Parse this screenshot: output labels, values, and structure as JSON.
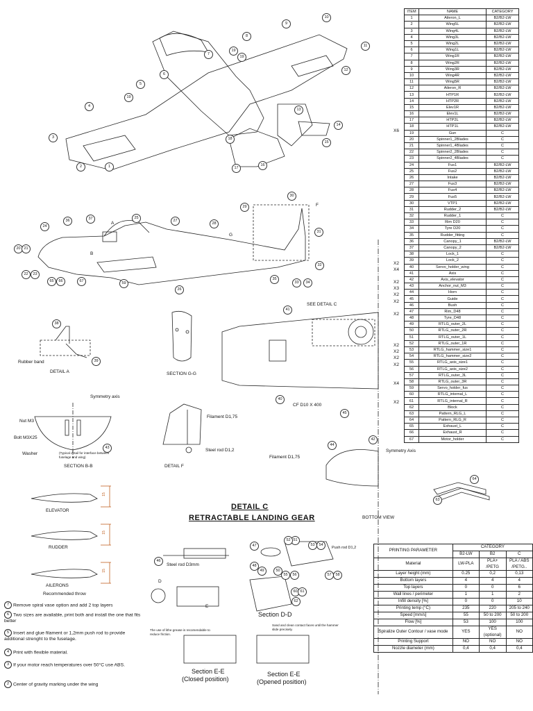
{
  "bom": {
    "headers": [
      "ITEM",
      "NAME",
      "CATEGORY"
    ],
    "rows": [
      [
        "1",
        "Aileron_L",
        "B2/B2-LW"
      ],
      [
        "2",
        "Wing5L",
        "B2/B2-LW"
      ],
      [
        "3",
        "Wing4L",
        "B2/B2-LW"
      ],
      [
        "4",
        "Wing3L",
        "B2/B2-LW"
      ],
      [
        "5",
        "Wing2L",
        "B2/B2-LW"
      ],
      [
        "6",
        "Wing1L",
        "B2/B2-LW"
      ],
      [
        "7",
        "Wing1R",
        "B2/B2-LW"
      ],
      [
        "8",
        "Wing2R",
        "B2/B2-LW"
      ],
      [
        "9",
        "Wing3R",
        "B2/B2-LW"
      ],
      [
        "10",
        "Wing4R",
        "B2/B2-LW"
      ],
      [
        "11",
        "Wing5R",
        "B2/B2-LW"
      ],
      [
        "12",
        "Aileron_R",
        "B2/B2-LW"
      ],
      [
        "13",
        "HTP1R",
        "B2/B2-LW"
      ],
      [
        "14",
        "HTP2R",
        "B2/B2-LW"
      ],
      [
        "15",
        "Elev1R",
        "B2/B2-LW"
      ],
      [
        "16",
        "Elev1L",
        "B2/B2-LW"
      ],
      [
        "17",
        "HTP2L",
        "B2/B2-LW"
      ],
      [
        "18",
        "HTP1L",
        "B2/B2-LW"
      ],
      [
        "19",
        "Gun",
        "C"
      ],
      [
        "20",
        "Spinner1_2Blades",
        "C"
      ],
      [
        "21",
        "Spinner1_4Blades",
        "C"
      ],
      [
        "22",
        "Spinner2_2Blades",
        "C"
      ],
      [
        "23",
        "Spinner2_4Blades",
        "C"
      ],
      [
        "24",
        "Fus1",
        "B2/B2-LW"
      ],
      [
        "25",
        "Fus2",
        "B2/B2-LW"
      ],
      [
        "26",
        "Intake",
        "B2/B2-LW"
      ],
      [
        "27",
        "Fus3",
        "B2/B2-LW"
      ],
      [
        "28",
        "Fus4",
        "B2/B2-LW"
      ],
      [
        "29",
        "Fus5",
        "B2/B2-LW"
      ],
      [
        "30",
        "VTP1",
        "B2/B2-LW"
      ],
      [
        "31",
        "Rudder_2",
        "B2/B2-LW"
      ],
      [
        "32",
        "Rudder_1",
        "C"
      ],
      [
        "33",
        "Rim D20",
        "C"
      ],
      [
        "34",
        "Tyre D20",
        "C"
      ],
      [
        "35",
        "Rudder_fitting",
        "C"
      ],
      [
        "36",
        "Canopy_1",
        "B2/B2-LW"
      ],
      [
        "37",
        "Canopy_2",
        "B2/B2-LW"
      ],
      [
        "38",
        "Lock_1",
        "C"
      ],
      [
        "39",
        "Lock_2",
        "C"
      ],
      [
        "40",
        "Servo_holder_wing",
        "C"
      ],
      [
        "41",
        "Axis",
        "C"
      ],
      [
        "42",
        "Axis_elevator",
        "C"
      ],
      [
        "43",
        "Anchor_nut_M3",
        "C"
      ],
      [
        "44",
        "Horn",
        "C"
      ],
      [
        "45",
        "Guide",
        "C"
      ],
      [
        "46",
        "Bush",
        "C"
      ],
      [
        "47",
        "Rim_D48",
        "C"
      ],
      [
        "48",
        "Tyre_D48",
        "C"
      ],
      [
        "49",
        "RTLG_outer_2L",
        "C"
      ],
      [
        "50",
        "RTLG_outer_2R",
        "C"
      ],
      [
        "51",
        "RTLG_outer_1L",
        "C"
      ],
      [
        "52",
        "RTLG_outer_1R",
        "C"
      ],
      [
        "53",
        "RTLG_hammer_size1",
        "C"
      ],
      [
        "54",
        "RTLG_hammer_size2",
        "C"
      ],
      [
        "55",
        "RTLG_axis_size1",
        "C"
      ],
      [
        "56",
        "RTLG_axis_size2",
        "C"
      ],
      [
        "57",
        "RTLG_outer_3L",
        "C"
      ],
      [
        "58",
        "RTLG_outer_3R",
        "C"
      ],
      [
        "59",
        "Servo_holder_fus",
        "C"
      ],
      [
        "60",
        "RTLG_internal_L",
        "C"
      ],
      [
        "61",
        "RTLG_internal_R",
        "C"
      ],
      [
        "62",
        "Block",
        "C"
      ],
      [
        "63",
        "Pattern_RLG_L",
        "C"
      ],
      [
        "64",
        "Pattern_RLG_R",
        "C"
      ],
      [
        "65",
        "Exhaust_L",
        "C"
      ],
      [
        "66",
        "Exhaust_R",
        "C"
      ],
      [
        "67",
        "Motor_holder",
        "C"
      ]
    ],
    "multipliers": [
      {
        "row": 19,
        "text": "X6"
      },
      {
        "row": 40,
        "text": "X2"
      },
      {
        "row": 41,
        "text": "X4"
      },
      {
        "row": 43,
        "text": "X2"
      },
      {
        "row": 44,
        "text": "X3"
      },
      {
        "row": 45,
        "text": "X2"
      },
      {
        "row": 46,
        "text": "X2"
      },
      {
        "row": 48,
        "text": "X2"
      },
      {
        "row": 53,
        "text": "X2"
      },
      {
        "row": 54,
        "text": "X2"
      },
      {
        "row": 55,
        "text": "X2"
      },
      {
        "row": 56,
        "text": "X2"
      },
      {
        "row": 59,
        "text": "X4"
      },
      {
        "row": 62,
        "text": "X2"
      }
    ]
  },
  "printing": {
    "headers": [
      "PRINTING PARAMETER",
      "CATEGORY"
    ],
    "categories": [
      "B2-LW",
      "B2",
      "C"
    ],
    "material_label": "Material",
    "materials": [
      "LW-PLA",
      "PLA+ /PETG",
      "PLA / ABS /PETG.."
    ],
    "rows": [
      [
        "Layer height (mm)",
        "0.25",
        "0,2",
        "0,13"
      ],
      [
        "Bottom layers",
        "4",
        "4",
        "4"
      ],
      [
        "Top layers",
        "0",
        "0",
        "6"
      ],
      [
        "Wall lines / perimeter",
        "1",
        "1",
        "2"
      ],
      [
        "Infill density [%]",
        "0",
        "0",
        "10"
      ],
      [
        "Printing temp (°C)",
        "235",
        "220",
        "205 to 240"
      ],
      [
        "Speed [mm/s]",
        "55",
        "50 to 200",
        "50 to 200"
      ],
      [
        "Flow [%]",
        "53",
        "100",
        "100"
      ],
      [
        "Spiralize Outer Contour / vase mode",
        "YES",
        "YES (optional)",
        "NO"
      ],
      [
        "Printing Support",
        "NO",
        "NO",
        "NO"
      ],
      [
        "Nozzle diameter (mm)",
        "0,4",
        "0,4",
        "0,4"
      ]
    ]
  },
  "labels": {
    "detail_a": "DETAIL A",
    "rubber_band": "Rubber band",
    "section_gg": "SECTION G-G",
    "symmetry_axis": "Symmetry axis",
    "nut_m3": "Nut M3",
    "bolt": "Bolt M3X25",
    "washer": "Washer",
    "typical_detail": "(Typical detail for interface between fuselage and wing)",
    "section_bb": "SECTION B-B",
    "detail_f": "DETAIL F",
    "filament_d175": "Filament D1,75",
    "steel_rod_d12": "Steel rod D1,2",
    "see_detail_c": "SEE DETAIL C",
    "cf_d10": "CF D10 X 400",
    "filament_d175_b": "Filament D1,75",
    "symmetry_axis_b": "Symmetry Axis",
    "bottom_view": "BOTTOM VIEW",
    "elevator": "ELEVATOR",
    "rudder": "RUDDER",
    "ailerons": "AILERONS",
    "recommended_throw": "Recommended throw",
    "throw_15": "15",
    "detail_c_title1": "DETAIL C",
    "detail_c_title2": "RETRACTABLE LANDING GEAR",
    "steel_rod_d3": "Steel rod D3mm",
    "push_rod": "Push rod D1,2",
    "section_dd": "Section D-D",
    "section_ee_closed_1": "Section E-E",
    "section_ee_closed_2": "(Closed position)",
    "section_ee_open_1": "Section E-E",
    "section_ee_open_2": "(Opened position)",
    "grease_note": "The use of lithe grease is recomendable to reduce friction.",
    "sand_note": "Sand and clean contact faces until the hammer slide precisely.",
    "letter_a": "A",
    "letter_b": "B",
    "letter_g": "G",
    "letter_f": "F",
    "letter_d": "D",
    "letter_e": "E"
  },
  "notes": [
    {
      "mark": "7",
      "text": "Remove spiral vase option and add 2 top layers"
    },
    {
      "mark": "6",
      "text": "Two sizes are available, print both and install the one that fits better"
    },
    {
      "mark": "5",
      "text": "Insert and glue filament or 1,2mm push rod to provide additional strenght to the fuselage."
    },
    {
      "mark": "4",
      "text": "Print with flexible material."
    },
    {
      "mark": "3",
      "text": "If your motor reach temperatures over 50°C use ABS."
    },
    {
      "mark": "2",
      "text": "Center of gravity marking under the wing"
    }
  ],
  "balloons": [
    "1",
    "2",
    "3",
    "4",
    "5",
    "6",
    "7",
    "8",
    "9",
    "10",
    "11",
    "12",
    "13",
    "14",
    "15",
    "16",
    "17",
    "18",
    "19",
    "19",
    "19",
    "20",
    "21",
    "22",
    "23",
    "24",
    "25",
    "26",
    "27",
    "28",
    "29",
    "30",
    "31",
    "32",
    "33",
    "34",
    "35",
    "36",
    "37",
    "38",
    "39",
    "40",
    "41",
    "42",
    "43",
    "44",
    "45",
    "46",
    "47",
    "48",
    "49",
    "50",
    "51",
    "52",
    "53",
    "54",
    "55",
    "56",
    "57",
    "58",
    "59",
    "60",
    "61",
    "62",
    "63",
    "64",
    "65",
    "66",
    "67"
  ]
}
